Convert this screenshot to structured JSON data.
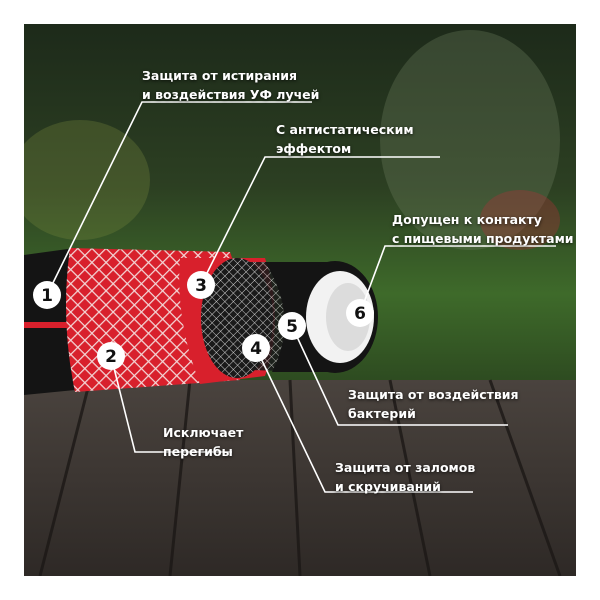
{
  "features": [
    {
      "number": "1",
      "text_line1": "Защита от истирания",
      "text_line2": "и воздействия УФ лучей"
    },
    {
      "number": "2",
      "text_line1": "Исключает",
      "text_line2": "перегибы"
    },
    {
      "number": "3",
      "text_line1": "С антистатическим",
      "text_line2": "эффектом"
    },
    {
      "number": "4",
      "text_line1": "Защита от заломов",
      "text_line2": "и скручиваний"
    },
    {
      "number": "5",
      "text_line1": "Защита от воздействия",
      "text_line2": "бактерий"
    },
    {
      "number": "6",
      "text_line1": "Допущен к контакту",
      "text_line2": "с пищевыми продуктами"
    }
  ],
  "colors": {
    "hose_red": "#d8202c",
    "hose_black": "#141414",
    "inner_white": "#f2f2f2"
  }
}
